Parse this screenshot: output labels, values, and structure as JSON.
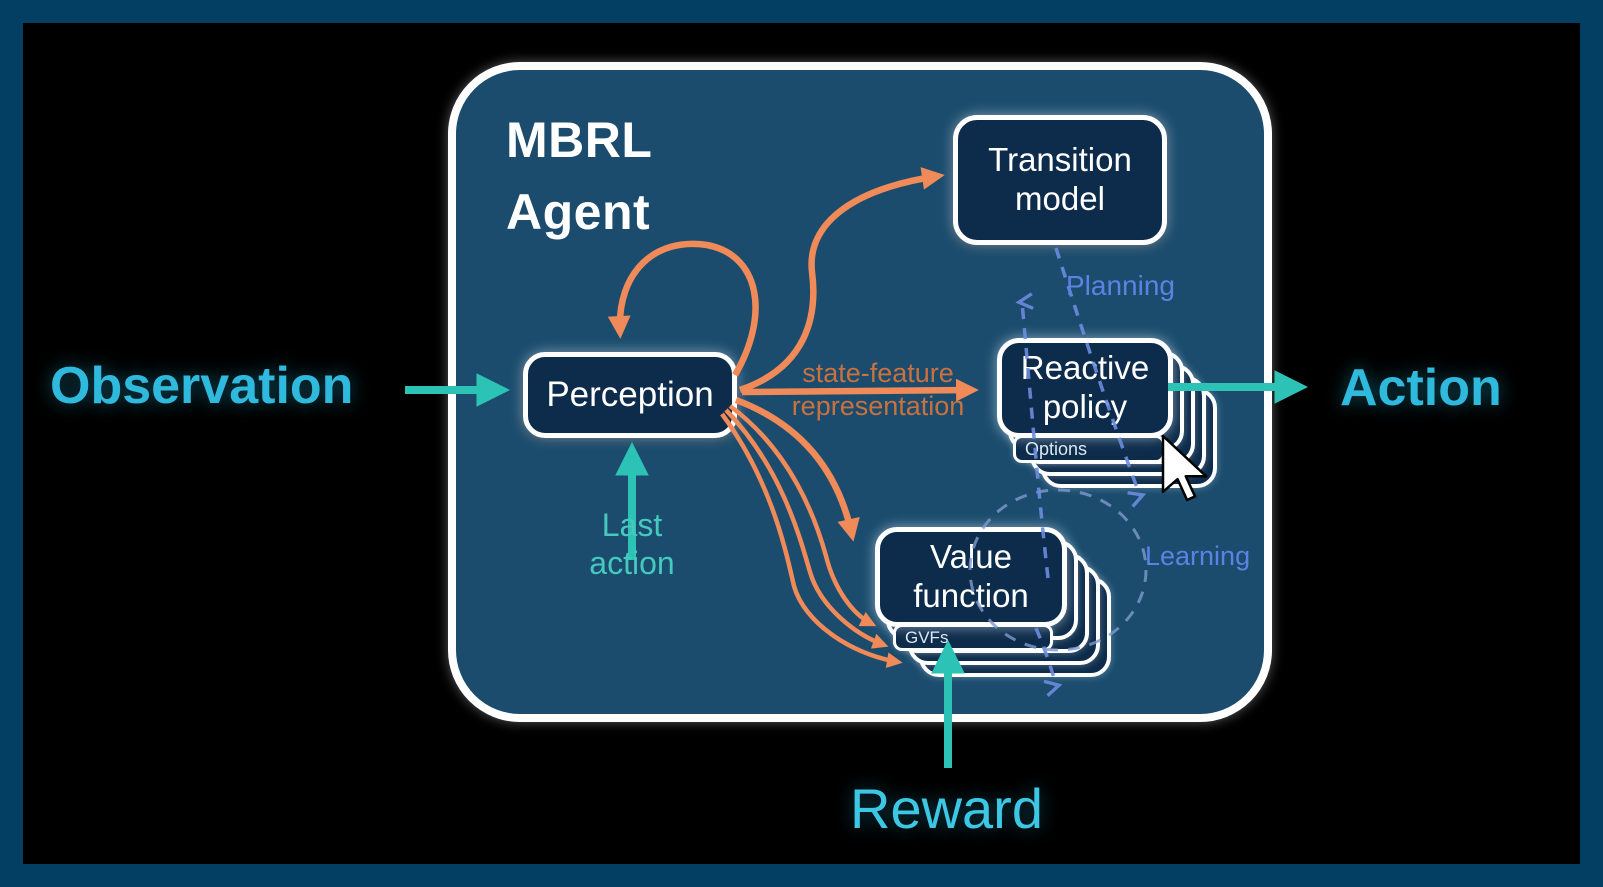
{
  "title": {
    "line1": "MBRL",
    "line2": "Agent"
  },
  "nodes": {
    "transition_model": {
      "line1": "Transition",
      "line2": "model"
    },
    "perception": {
      "label": "Perception"
    },
    "reactive_policy": {
      "line1": "Reactive",
      "line2": "policy",
      "stack_tag": "Options"
    },
    "value_function": {
      "line1": "Value",
      "line2": "function",
      "stack_tag": "GVFs"
    }
  },
  "io": {
    "observation": "Observation",
    "action": "Action",
    "reward": "Reward",
    "last_action": {
      "line1": "Last",
      "line2": "action"
    }
  },
  "edges": {
    "state_feature": {
      "line1": "state-feature",
      "line2": "representation"
    },
    "planning": "Planning",
    "learning": "Learning"
  },
  "colors": {
    "frame_border": "#023f63",
    "background": "#000000",
    "agent_fill": "#1b4c6d",
    "node_fill": "#0d2c4b",
    "node_border": "#ffffff",
    "io_cyan": "#2fb9dd",
    "reward_cyan": "#3cc7e4",
    "teal_arrow": "#2cc3b6",
    "teal_text": "#45c8be",
    "orange_arrow": "#f08a58",
    "orange_text": "#c9713f",
    "planning_blue": "#5d82e4",
    "dashed_blue": "#6c8ce0",
    "ellipse_blue": "#7e9ad0"
  }
}
